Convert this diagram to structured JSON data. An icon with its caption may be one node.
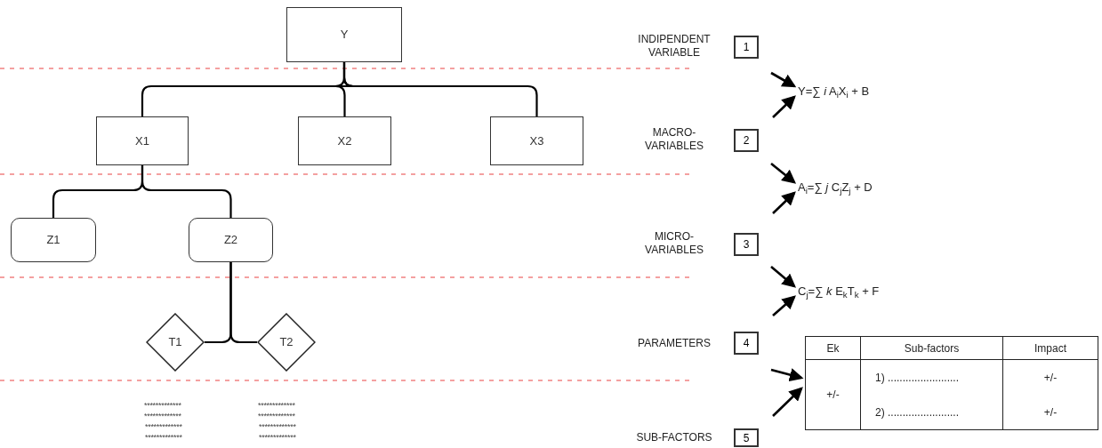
{
  "diagram": {
    "nodes": [
      {
        "text": [
          "Y"
        ]
      },
      {
        "text": [
          "X1"
        ]
      },
      {
        "text": [
          "X2"
        ]
      },
      {
        "text": [
          "X3"
        ]
      },
      {
        "text": [
          "Z1"
        ]
      },
      {
        "text": [
          "Z2"
        ]
      },
      {
        "text": [
          "T1"
        ]
      },
      {
        "text": [
          "T2"
        ]
      },
      {
        "text": [
          "1"
        ],
        "beside": [
          "INDIPENDENT VARIABLE"
        ]
      },
      {
        "text": [
          "2"
        ],
        "beside": [
          "MACRO- VARIABLES"
        ]
      },
      {
        "text": [
          "3"
        ],
        "beside": [
          "MICRO- VARIABLES"
        ]
      },
      {
        "text": [
          "4"
        ],
        "beside": [
          "PARAMETERS"
        ]
      },
      {
        "text": [
          "5"
        ],
        "beside": [
          "SUB-FACTORS"
        ]
      },
      {
        "text": [
          "Y=∑ *i* A$_{i}$X$_{i}$ + B"
        ]
      },
      {
        "text": [
          "A$_{i}$=∑ *j* C$_{j}$Z$_{j}$ + D"
        ]
      },
      {
        "text": [
          "C$_{j}$=∑ *k* E$_{k}$T$_{k}$ + F"
        ]
      },
      {
        "text": [
          "Ek",
          "Sub-factors",
          "Impact",
          "+/-",
          "1) ........................",
          "+/-",
          "2) ........................",
          "+/-"
        ]
      }
    ],
    "edges": [
      {
        "from": 0,
        "to": 1,
        "arrow": "none"
      },
      {
        "from": 0,
        "to": 2,
        "arrow": "none"
      },
      {
        "from": 0,
        "to": 3,
        "arrow": "none"
      },
      {
        "from": 1,
        "to": 4,
        "arrow": "none"
      },
      {
        "from": 1,
        "to": 5,
        "arrow": "none"
      },
      {
        "from": 5,
        "to": 6,
        "arrow": "none"
      },
      {
        "from": 5,
        "to": 7,
        "arrow": "none"
      },
      {
        "from": null,
        "to": 13,
        "arrow": "to"
      },
      {
        "from": null,
        "to": 13,
        "arrow": "to"
      },
      {
        "from": null,
        "to": 14,
        "arrow": "to"
      },
      {
        "from": null,
        "to": 14,
        "arrow": "to"
      },
      {
        "from": null,
        "to": 15,
        "arrow": "to"
      },
      {
        "from": null,
        "to": 15,
        "arrow": "to"
      },
      {
        "from": null,
        "to": 16,
        "arrow": "to"
      },
      {
        "from": null,
        "to": 16,
        "arrow": "to"
      }
    ],
    "labels": [
      "*************",
      "*************",
      "*************",
      "*************",
      "*************",
      "*************",
      "*************",
      "*************"
    ]
  }
}
